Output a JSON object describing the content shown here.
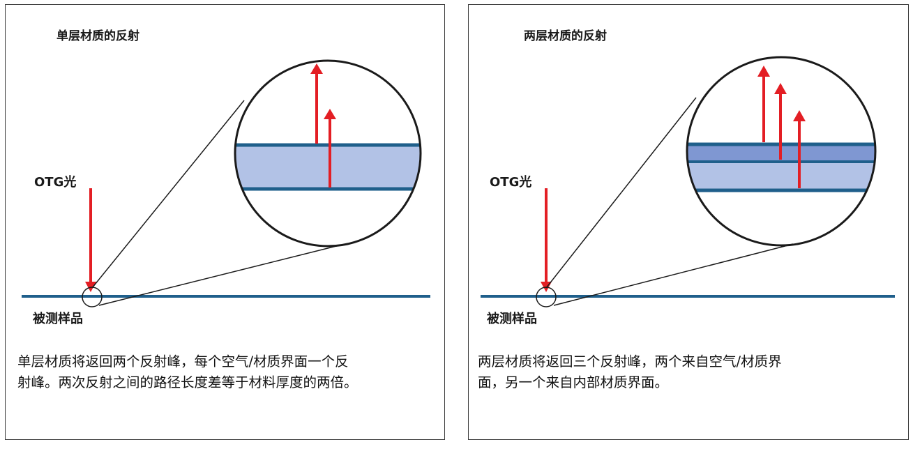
{
  "panels": [
    {
      "title": "单层材质的反射",
      "light_label": "OTG光",
      "sample_label": "被测样品",
      "caption_line1": "单层材质将返回两个反射峰，每个空气/材质界面一个反",
      "caption_line2": "射峰。两次反射之间的路径长度差等于材料厚度的两倍。"
    },
    {
      "title": "两层材质的反射",
      "light_label": "OTG光",
      "sample_label": "被测样品",
      "caption_line1": "两层材质将返回三个反射峰，两个来自空气/材质界",
      "caption_line2": "面，另一个来自内部材质界面。"
    }
  ],
  "colors": {
    "arrow": "#e31e24",
    "interface_line": "#1f5f8b",
    "layer_fill": "#b2c2e6",
    "layer_fill_dark": "#7f97d2",
    "outline": "#1a1a1a"
  }
}
